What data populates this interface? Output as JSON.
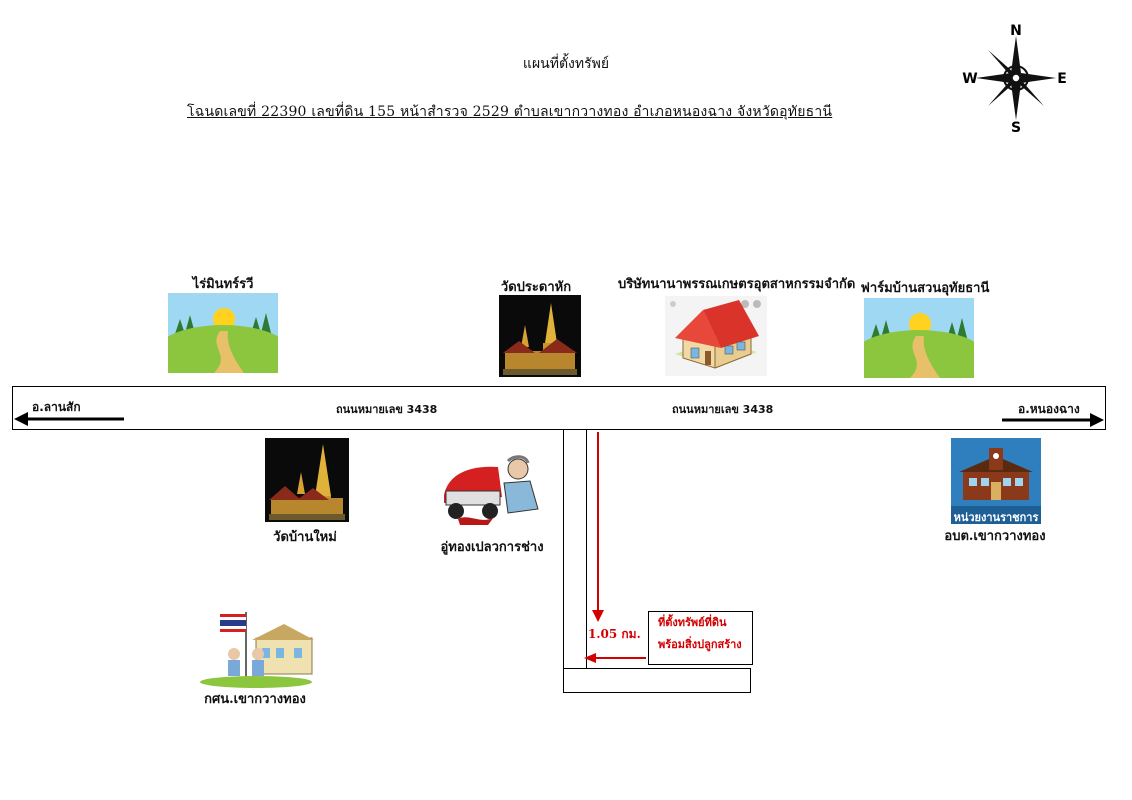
{
  "header": {
    "title": "แผนที่ตั้งทรัพย์",
    "deed_line": "โฉนดเลขที่ 22390    เลขที่ดิน 155    หน้าสำรวจ 2529      ตำบลเขากวางทอง    อำเภอหนองฉาง    จังหวัดอุทัยธานี"
  },
  "compass": {
    "n": "N",
    "s": "S",
    "e": "E",
    "w": "W"
  },
  "road": {
    "name_left": "ถนนหมายเลข 3438",
    "name_right": "ถนนหมายเลข 3438",
    "dir_left": "อ.ลานสัก",
    "dir_right": "อ.หนองฉาง"
  },
  "landmarks": {
    "rai_min": "ไร่มินทร์รวี",
    "wat_pradak": "วัดประดาหัก",
    "company": "บริษัทนานาพรรณเกษตรอุตสาหกรรมจำกัด",
    "farm": "ฟาร์มบ้านสวนอุทัยธานี",
    "wat_ban_mai": "วัดบ้านใหม่",
    "garage": "อู่ทองเปลวการช่าง",
    "gov_sign": "หน่วยงานราชการ",
    "obt": "อบต.เขากวางทอง",
    "kshn": "กศน.เขากวางทอง"
  },
  "property": {
    "distance": "1.05 กม.",
    "callout_line1": "ที่ตั้งทรัพย์ที่ดิน",
    "callout_line2": "พร้อมสิ่งปลูกสร้าง",
    "color": "#d40000"
  },
  "icons": [
    "compass-rose-icon",
    "meadow-icon",
    "temple-icon",
    "house-icon",
    "garage-mechanic-icon",
    "government-office-icon",
    "school-flag-icon"
  ]
}
